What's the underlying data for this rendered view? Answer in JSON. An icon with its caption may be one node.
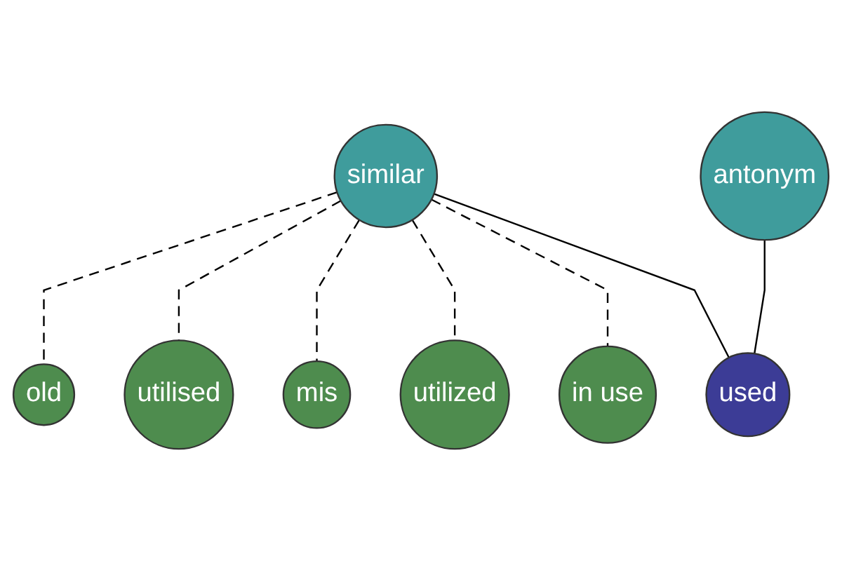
{
  "diagram": {
    "nodes": [
      {
        "text": [
          "old"
        ]
      },
      {
        "text": [
          "utilised"
        ]
      },
      {
        "text": [
          "mis"
        ]
      },
      {
        "text": [
          "similar"
        ]
      },
      {
        "text": [
          "utilized"
        ]
      },
      {
        "text": [
          "antonym"
        ]
      },
      {
        "text": [
          "in use"
        ]
      },
      {
        "text": [
          "used"
        ]
      }
    ],
    "edges": [
      {
        "from": 3,
        "to": 0,
        "arrow": "none",
        "style": "dashed"
      },
      {
        "from": 3,
        "to": 1,
        "arrow": "none",
        "style": "dashed"
      },
      {
        "from": 3,
        "to": 2,
        "arrow": "none",
        "style": "dashed"
      },
      {
        "from": 3,
        "to": 4,
        "arrow": "none",
        "style": "dashed"
      },
      {
        "from": 3,
        "to": 6,
        "arrow": "none",
        "style": "dashed"
      },
      {
        "from": 3,
        "to": 7,
        "arrow": "none"
      },
      {
        "from": 5,
        "to": 7,
        "arrow": "none"
      }
    ]
  }
}
